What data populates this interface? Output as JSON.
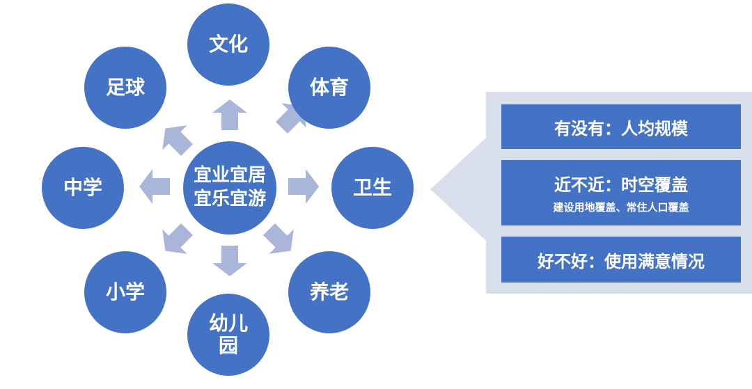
{
  "center": {
    "line1": "宜业宜居",
    "line2": "宜乐宜游"
  },
  "nodes": {
    "culture": "文化",
    "sports": "体育",
    "health": "卫生",
    "elderly": "养老",
    "kindergarten_line1": "幼儿",
    "kindergarten_line2": "园",
    "primary": "小学",
    "middle": "中学",
    "football": "足球"
  },
  "panel": {
    "box1": "有没有：人均规模",
    "box2_main": "近不近：时空覆盖",
    "box2_sub": "建设用地覆盖、常住人口覆盖",
    "box3": "好不好：使用满意情况"
  },
  "colors": {
    "circle": "#4472C4",
    "arrow": "#A9B6D9",
    "panel_bg": "#D9DEED"
  }
}
